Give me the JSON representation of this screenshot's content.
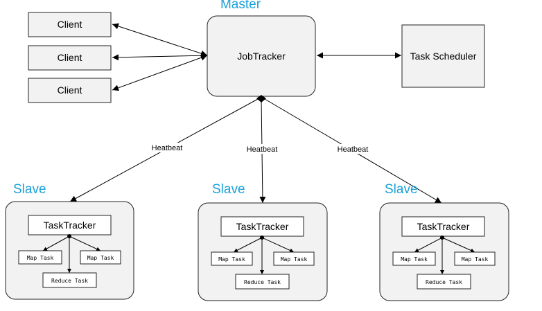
{
  "labels": {
    "master": "Master",
    "job_tracker": "JobTracker",
    "task_scheduler": "Task Scheduler",
    "client": "Client",
    "heartbeat": "Heatbeat",
    "slave": "Slave",
    "task_tracker": "TaskTracker",
    "map_task": "Map Task",
    "reduce_task": "Reduce Task"
  },
  "colors": {
    "accent_text": "#1aa1d9",
    "box_fill": "#f2f2f2",
    "line": "#000000"
  }
}
